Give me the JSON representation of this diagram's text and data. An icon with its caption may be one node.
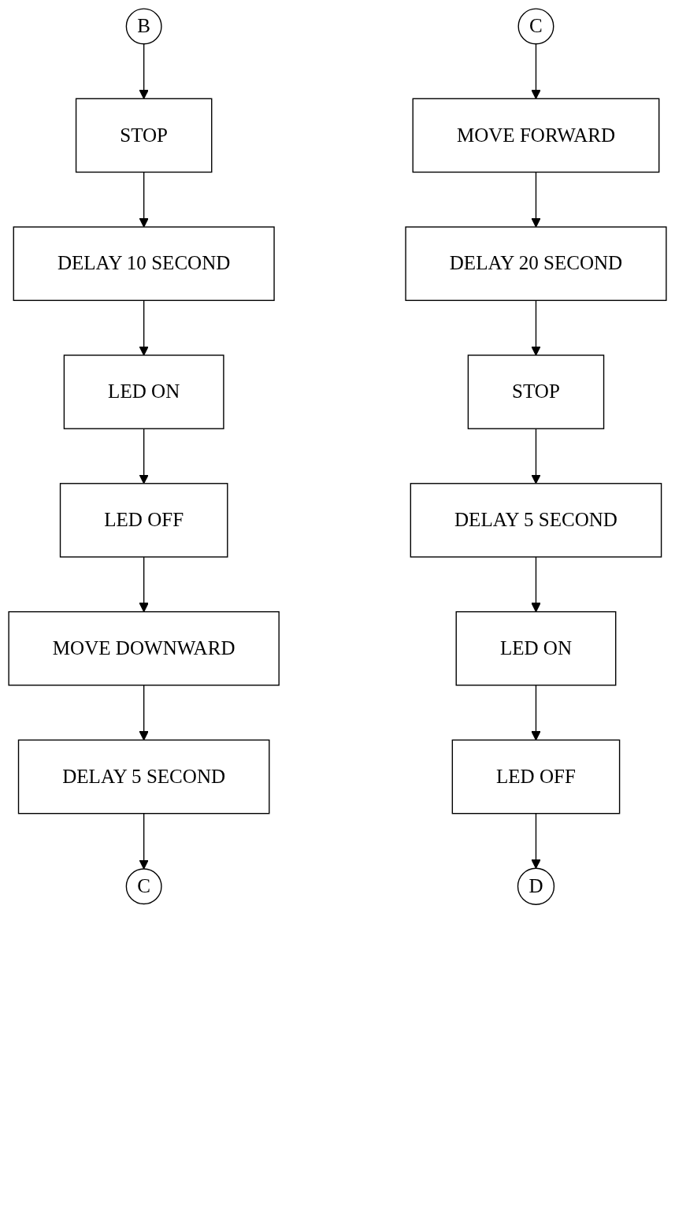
{
  "diagram": {
    "nodes": [
      {
        "text": [
          "B"
        ]
      },
      {
        "text": [
          "STOP"
        ]
      },
      {
        "text": [
          "DELAY 10 SECOND"
        ]
      },
      {
        "text": [
          "LED ON"
        ]
      },
      {
        "text": [
          "LED OFF"
        ]
      },
      {
        "text": [
          "MOVE DOWNWARD"
        ]
      },
      {
        "text": [
          "DELAY 5 SECOND"
        ]
      },
      {
        "text": [
          "C"
        ]
      },
      {
        "text": [
          "C"
        ]
      },
      {
        "text": [
          "MOVE FORWARD"
        ]
      },
      {
        "text": [
          "DELAY 20 SECOND"
        ]
      },
      {
        "text": [
          "STOP"
        ]
      },
      {
        "text": [
          "DELAY 5 SECOND"
        ]
      },
      {
        "text": [
          "LED ON"
        ]
      },
      {
        "text": [
          "LED OFF"
        ]
      },
      {
        "text": [
          "D"
        ]
      }
    ],
    "edges": [
      {
        "from": 0,
        "to": 1,
        "arrow": "to"
      },
      {
        "from": 1,
        "to": 2,
        "arrow": "to"
      },
      {
        "from": 2,
        "to": 3,
        "arrow": "to"
      },
      {
        "from": 3,
        "to": 4,
        "arrow": "to"
      },
      {
        "from": 4,
        "to": 5,
        "arrow": "to"
      },
      {
        "from": 5,
        "to": 6,
        "arrow": "to"
      },
      {
        "from": 6,
        "to": 7,
        "arrow": "to"
      },
      {
        "from": 8,
        "to": 9,
        "arrow": "to"
      },
      {
        "from": 9,
        "to": 10,
        "arrow": "to"
      },
      {
        "from": 10,
        "to": 11,
        "arrow": "to"
      },
      {
        "from": 11,
        "to": 12,
        "arrow": "to"
      },
      {
        "from": 12,
        "to": 13,
        "arrow": "to"
      },
      {
        "from": 13,
        "to": 14,
        "arrow": "to"
      },
      {
        "from": 14,
        "to": 15,
        "arrow": "to"
      }
    ]
  }
}
